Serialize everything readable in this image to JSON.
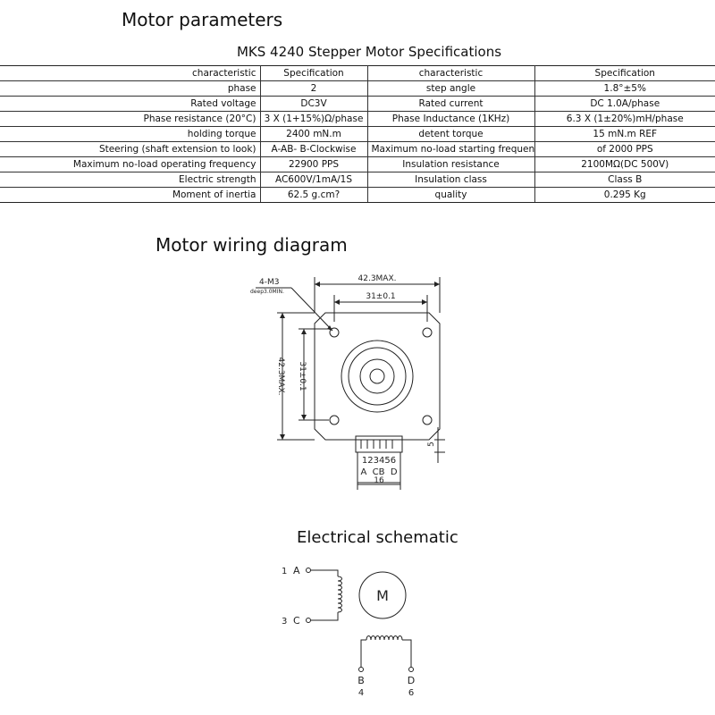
{
  "headings": {
    "params": "Motor parameters",
    "table_title": "MKS 4240 Stepper Motor Specifications",
    "wiring": "Motor wiring diagram",
    "schematic": "Electrical schematic"
  },
  "table": {
    "rows": [
      [
        "characteristic",
        "Specification",
        "characteristic",
        "Specification"
      ],
      [
        "phase",
        "2",
        "step angle",
        "1.8°±5%"
      ],
      [
        "Rated voltage",
        "DC3V",
        "Rated current",
        "DC 1.0A/phase"
      ],
      [
        "Phase resistance (20°C)",
        "3 X (1+15%)Ω/phase",
        "Phase Inductance (1KHz)",
        "6.3 X (1±20%)mH/phase"
      ],
      [
        "holding torque",
        "2400 mN.m",
        "detent torque",
        "15 mN.m REF"
      ],
      [
        "Steering (shaft extension to look)",
        "A-AB- B-Clockwise",
        "Maximum no-load starting frequency",
        "of 2000 PPS"
      ],
      [
        "Maximum no-load operating frequency",
        "22900 PPS",
        "Insulation resistance",
        "2100MΩ(DC 500V)"
      ],
      [
        "Electric strength",
        "AC600V/1mA/1S",
        "Insulation class",
        "Class B"
      ],
      [
        "Moment of inertia",
        "62.5 g.cm?",
        "quality",
        "0.295 Kg"
      ]
    ]
  },
  "wiring": {
    "hole_label": "4-M3",
    "depth_label": "deep3.0MIN.",
    "outer_dim_top": "42.3MAX.",
    "inner_dim_top": "31±0.1",
    "outer_dim_left": "42.3MAX.",
    "inner_dim_left": "31±0.1",
    "connector_dim": "5",
    "pin_numbers": "123456",
    "pin_letters": "A  CB  D",
    "connector_width": "16"
  },
  "schematic": {
    "pin1": "1",
    "pinA": "A",
    "pin3": "3",
    "pinC": "C",
    "pinB": "B",
    "pin4": "4",
    "pinD": "D",
    "pin6": "6",
    "motor": "M"
  }
}
